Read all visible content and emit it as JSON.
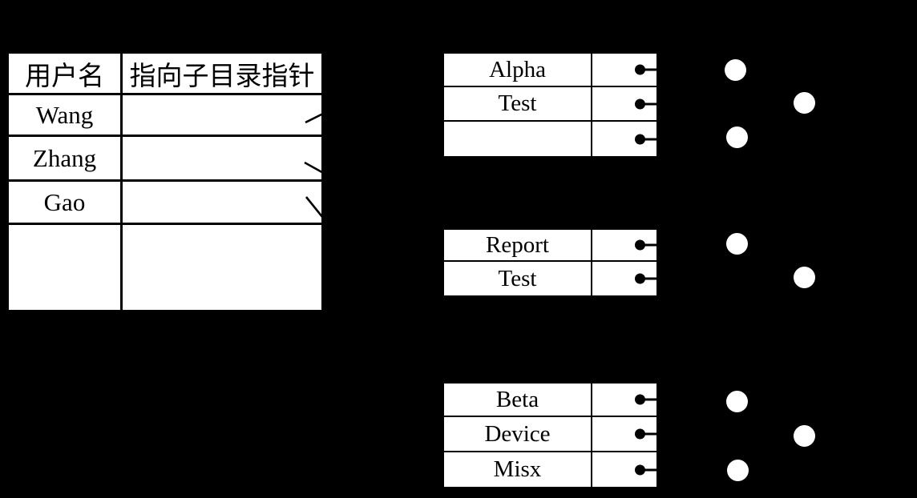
{
  "colors": {
    "background": "#000000",
    "table_background": "#ffffff",
    "border": "#000000",
    "pointer_dot": "#000000",
    "file_circle": "#ffffff"
  },
  "master_directory": {
    "header": {
      "user_column": "用户名",
      "pointer_column": "指向子目录指针"
    },
    "rows": [
      {
        "user": "Wang"
      },
      {
        "user": "Zhang"
      },
      {
        "user": "Gao"
      },
      {
        "user": ""
      }
    ]
  },
  "sub_directories": [
    {
      "entries": [
        "Alpha",
        "Test",
        ""
      ],
      "file_circle_count": 3
    },
    {
      "entries": [
        "Report",
        "Test"
      ],
      "file_circle_count": 2
    },
    {
      "entries": [
        "Beta",
        "Device",
        "Misx"
      ],
      "file_circle_count": 3
    }
  ]
}
